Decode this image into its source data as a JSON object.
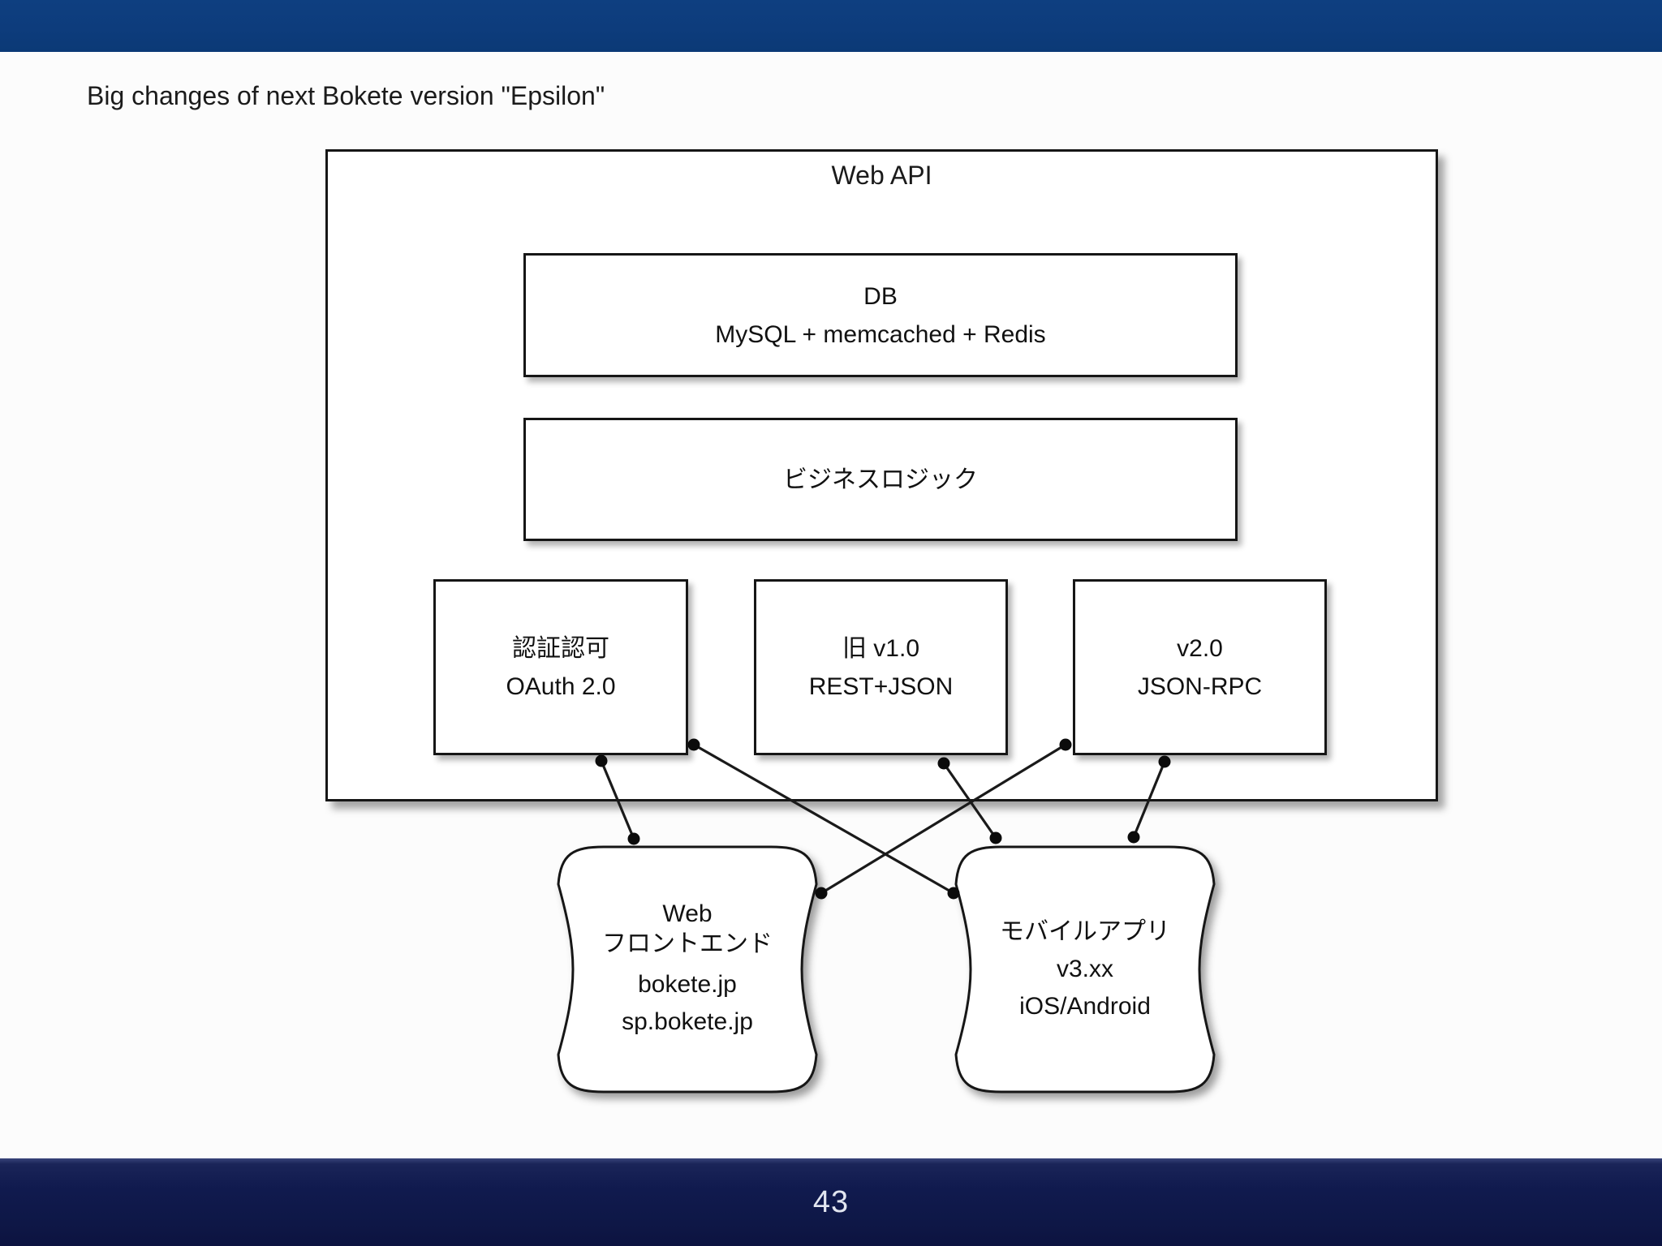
{
  "slide": {
    "title": "Big changes of next Bokete version \"Epsilon\"",
    "page_number": "43"
  },
  "colors": {
    "top_bar": "#0d3c7c",
    "bottom_bar": "#0e1746",
    "bottom_bar_highlight": "#38447a",
    "page_number_text": "#e2e6f0",
    "diagram_line": "#161616",
    "background": "#fcfcfc"
  },
  "diagram": {
    "container_label": "Web API",
    "db_box": {
      "line1": "DB",
      "line2": "MySQL + memcached + Redis"
    },
    "logic_box": {
      "label": "ビジネスロジック"
    },
    "auth_box": {
      "line1": "認証認可",
      "line2": "OAuth 2.0"
    },
    "v1_box": {
      "line1": "旧 v1.0",
      "line2": "REST+JSON"
    },
    "v2_box": {
      "line1": "v2.0",
      "line2": "JSON-RPC"
    },
    "web_frontend_node": {
      "title_line1": "Web",
      "title_line2": "フロントエンド",
      "item1": "bokete.jp",
      "item2": "sp.bokete.jp"
    },
    "mobile_app_node": {
      "title": "モバイルアプリ",
      "item1": "v3.xx",
      "item2": "iOS/Android"
    },
    "connections": [
      {
        "from": "auth-box",
        "from_anchor": "bottom",
        "to": "web-frontend",
        "to_anchor": "top"
      },
      {
        "from": "auth-box",
        "from_anchor": "corner",
        "to": "mobile-app",
        "to_anchor": "left"
      },
      {
        "from": "v1-box",
        "from_anchor": "bottom",
        "to": "mobile-app",
        "to_anchor": "topleft"
      },
      {
        "from": "v2-box",
        "from_anchor": "corner",
        "to": "web-frontend",
        "to_anchor": "right"
      },
      {
        "from": "v2-box",
        "from_anchor": "bottom",
        "to": "mobile-app",
        "to_anchor": "topright"
      }
    ]
  }
}
